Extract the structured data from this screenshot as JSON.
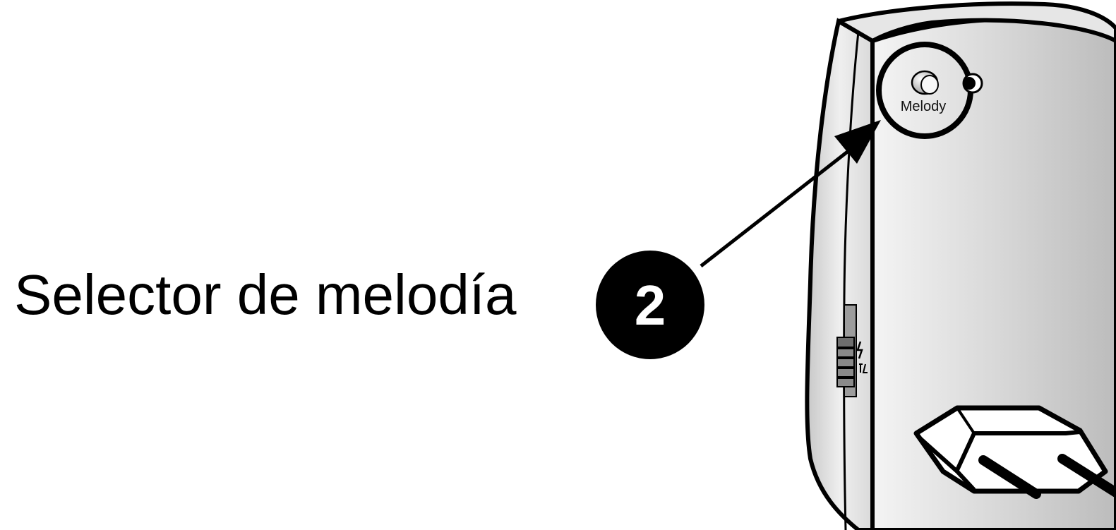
{
  "caption": "Selector de melodía",
  "callout_number": "2",
  "device_label": "Melody",
  "colors": {
    "line": "#000000",
    "badge_fill": "#000000",
    "badge_text": "#ffffff",
    "body_fill": "#d4d4d4",
    "body_highlight": "#f2f2f2"
  },
  "icons": [
    "melody-selector-knob-icon",
    "callout-arrow-icon",
    "power-plug-icon",
    "side-slide-switch-icon",
    "flash-symbol-icon"
  ]
}
